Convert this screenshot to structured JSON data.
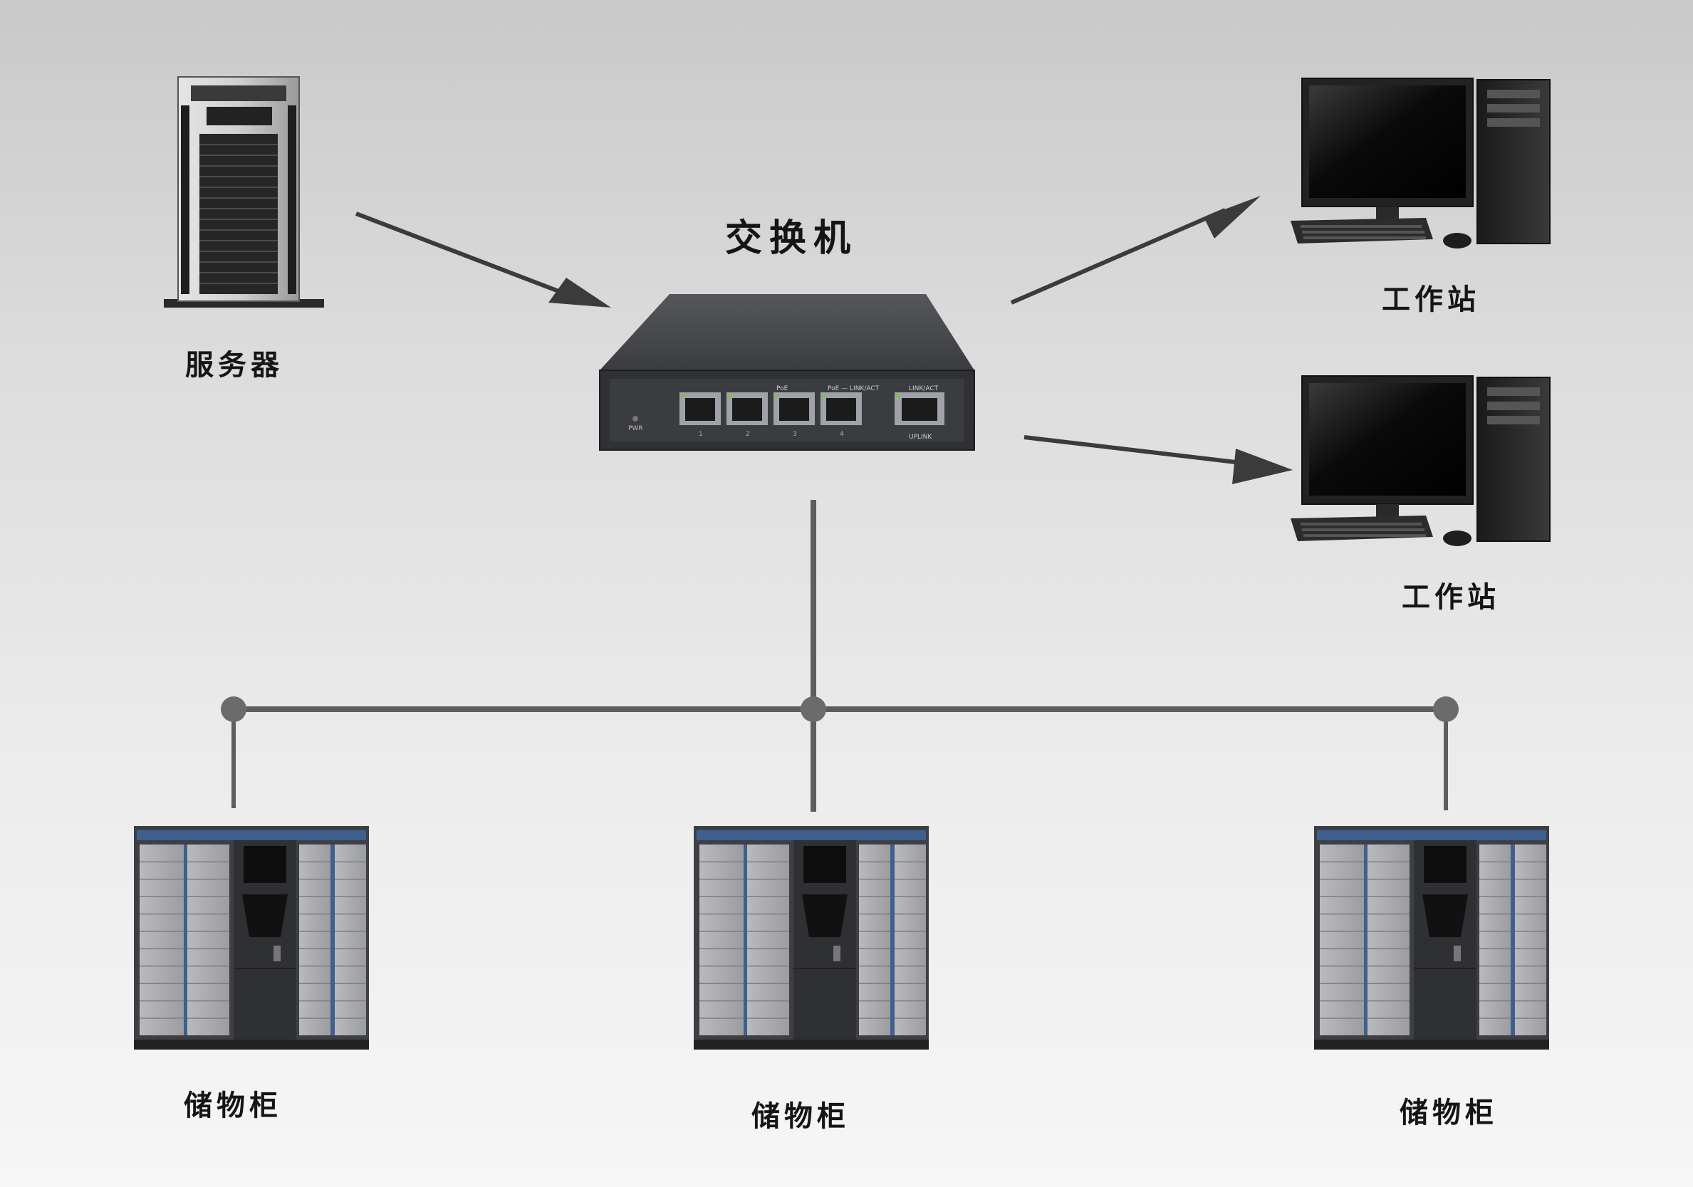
{
  "colors": {
    "connector": "#5e5e5e",
    "arrow": "#3b3b3b",
    "node_dot": "#6b6b6b",
    "locker_body": "#3d3f44",
    "locker_door": "#a9aaae",
    "locker_accent": "#3f5f8f",
    "device_dark": "#2a2b2e"
  },
  "labels": {
    "server": "服务器",
    "switch": "交换机",
    "workstation_1": "工作站",
    "workstation_2": "工作站",
    "locker_1": "储物柜",
    "locker_2": "储物柜",
    "locker_3": "储物柜"
  },
  "switch_panel": {
    "pwr": "PWR",
    "poe": "PoE",
    "poe_link": "PoE — LINK/ACT",
    "link_act": "LINK/ACT",
    "uplink": "UPLINK",
    "ports": [
      "1",
      "2",
      "3",
      "4"
    ]
  },
  "icons": {
    "server": "tower-server-icon",
    "switch": "network-switch-icon",
    "workstation": "desktop-computer-icon",
    "locker": "smart-locker-icon"
  }
}
